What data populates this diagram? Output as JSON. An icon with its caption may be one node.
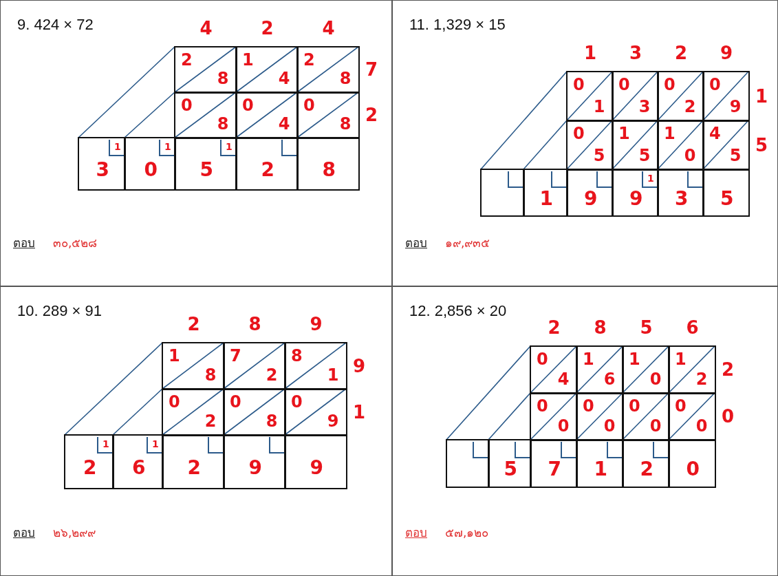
{
  "diagram": {
    "nodes": [
      {
        "text": [
          "9. 424 × 72",
          "ตอบ",
          "๓๐,๕๒๘"
        ]
      },
      {
        "text": [
          "2",
          "8"
        ],
        "in": 0
      },
      {
        "text": [
          "1",
          "4"
        ],
        "in": 0
      },
      {
        "text": [
          "2",
          "8"
        ],
        "in": 0
      },
      {
        "text": [
          "0",
          "8"
        ],
        "in": 0
      },
      {
        "text": [
          "0",
          "4"
        ],
        "in": 0
      },
      {
        "text": [
          "0",
          "8"
        ],
        "in": 0
      },
      {
        "text": [
          "3"
        ],
        "in": 0
      },
      {
        "text": [
          "1"
        ],
        "in": 7
      },
      {
        "text": [
          "0"
        ],
        "in": 0
      },
      {
        "text": [
          "1"
        ],
        "in": 9
      },
      {
        "text": [
          "5"
        ],
        "in": 0
      },
      {
        "text": [
          "1"
        ],
        "in": 11
      },
      {
        "text": [
          "2"
        ],
        "in": 0
      },
      {
        "text": [],
        "shape": "box",
        "in": 13
      },
      {
        "text": [
          "8"
        ],
        "in": 0
      },
      {
        "text": [
          "11. 1,329 × 15",
          "ตอบ",
          "๑๙,๙๓๕"
        ]
      },
      {
        "text": [
          "0",
          "1"
        ],
        "in": 16
      },
      {
        "text": [
          "0",
          "3"
        ],
        "in": 16
      },
      {
        "text": [
          "0",
          "2"
        ],
        "in": 16
      },
      {
        "text": [
          "0",
          "9"
        ],
        "in": 16
      },
      {
        "text": [
          "0",
          "5"
        ],
        "in": 16
      },
      {
        "text": [
          "1",
          "5"
        ],
        "in": 16
      },
      {
        "text": [
          "1",
          "0"
        ],
        "in": 16
      },
      {
        "text": [
          "4",
          "5"
        ],
        "in": 16
      },
      {
        "text": [],
        "shape": "box",
        "in": 16
      },
      {
        "text": [],
        "shape": "box",
        "in": 25
      },
      {
        "text": [
          "1"
        ],
        "in": 16
      },
      {
        "text": [],
        "shape": "box",
        "in": 27
      },
      {
        "text": [
          "9"
        ],
        "in": 16
      },
      {
        "text": [],
        "shape": "box",
        "in": 29
      },
      {
        "text": [
          "9"
        ],
        "in": 16
      },
      {
        "text": [
          "1"
        ],
        "in": 31
      },
      {
        "text": [
          "3"
        ],
        "in": 16
      },
      {
        "text": [],
        "shape": "box",
        "in": 33
      },
      {
        "text": [
          "5"
        ],
        "in": 16
      },
      {
        "text": [
          "10. 289 × 91",
          "ตอบ",
          "๒๖,๒๙๙"
        ]
      },
      {
        "text": [
          "1",
          "8"
        ],
        "in": 36
      },
      {
        "text": [
          "7",
          "2"
        ],
        "in": 36
      },
      {
        "text": [
          "8",
          "1"
        ],
        "in": 36
      },
      {
        "text": [
          "0",
          "2"
        ],
        "in": 36
      },
      {
        "text": [
          "0",
          "8"
        ],
        "in": 36
      },
      {
        "text": [
          "0",
          "9"
        ],
        "in": 36
      },
      {
        "text": [
          "2"
        ],
        "in": 36
      },
      {
        "text": [
          "1"
        ],
        "in": 43
      },
      {
        "text": [
          "6"
        ],
        "in": 36
      },
      {
        "text": [
          "1"
        ],
        "in": 45
      },
      {
        "text": [
          "2"
        ],
        "in": 36
      },
      {
        "text": [],
        "shape": "box",
        "in": 47
      },
      {
        "text": [
          "9"
        ],
        "in": 36
      },
      {
        "text": [],
        "shape": "box",
        "in": 49
      },
      {
        "text": [
          "9"
        ],
        "in": 36
      },
      {
        "text": [
          "12. 2,856 × 20",
          "ตอบ",
          "๕๗,๑๒๐"
        ]
      },
      {
        "text": [
          "0",
          "4"
        ],
        "in": 52
      },
      {
        "text": [
          "1",
          "6"
        ],
        "in": 52
      },
      {
        "text": [
          "1",
          "0"
        ],
        "in": 52
      },
      {
        "text": [
          "1",
          "2"
        ],
        "in": 52
      },
      {
        "text": [
          "0",
          "0"
        ],
        "in": 52
      },
      {
        "text": [
          "0",
          "0"
        ],
        "in": 52
      },
      {
        "text": [
          "0",
          "0"
        ],
        "in": 52
      },
      {
        "text": [
          "0",
          "0"
        ],
        "in": 52
      },
      {
        "text": [],
        "shape": "box",
        "in": 52
      },
      {
        "text": [],
        "shape": "box",
        "in": 61
      },
      {
        "text": [
          "5"
        ],
        "in": 52
      },
      {
        "text": [],
        "shape": "box",
        "in": 63
      },
      {
        "text": [
          "7"
        ],
        "in": 52
      },
      {
        "text": [],
        "shape": "box",
        "in": 65
      },
      {
        "text": [
          "1"
        ],
        "in": 52
      },
      {
        "text": [],
        "shape": "box",
        "in": 67
      },
      {
        "text": [
          "2"
        ],
        "in": 52
      },
      {
        "text": [],
        "shape": "box",
        "in": 69
      },
      {
        "text": [
          "0"
        ],
        "in": 52
      }
    ],
    "labels": [
      "4",
      "2",
      "4",
      "7",
      "2",
      "1",
      "3",
      "2",
      "9",
      "1",
      "5",
      "2",
      "8",
      "9",
      "9",
      "1",
      "2",
      "8",
      "5",
      "6",
      "2",
      "0"
    ]
  }
}
